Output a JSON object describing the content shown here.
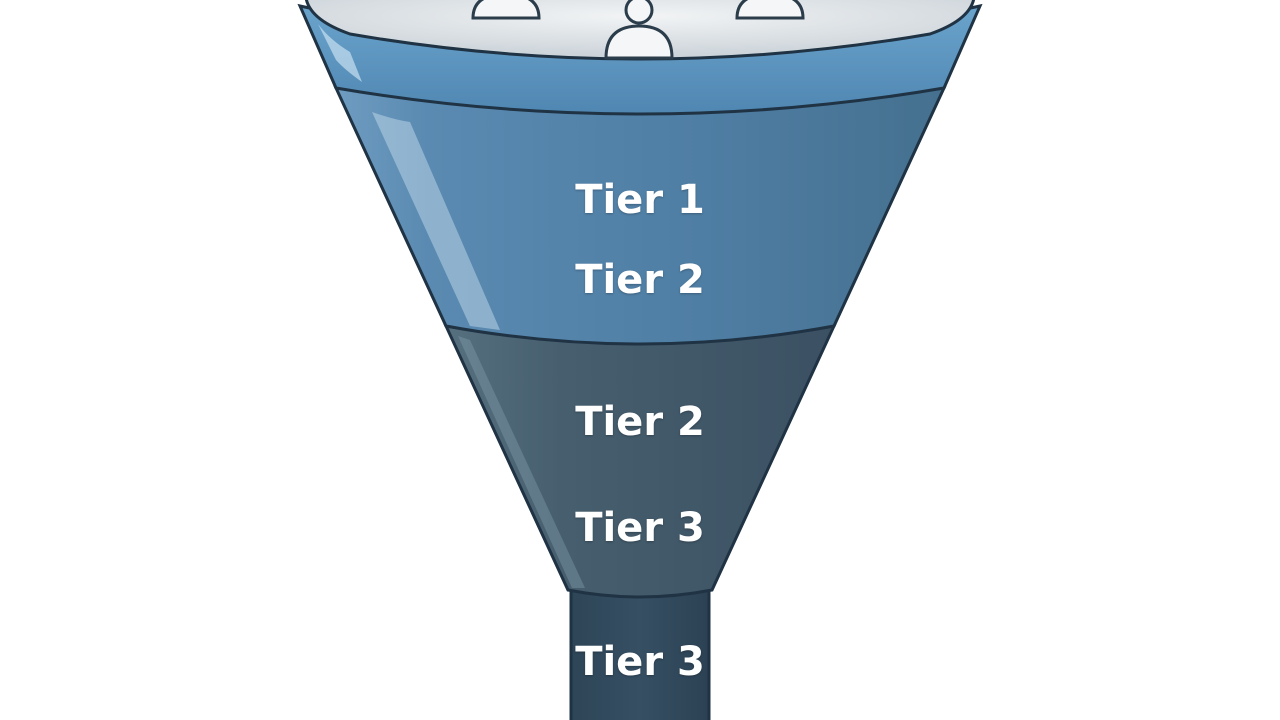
{
  "funnel": {
    "sections": [
      {
        "labels": [
          "Tier 1",
          "Tier 2"
        ]
      },
      {
        "labels": [
          "Tier 2",
          "Tier 3"
        ]
      },
      {
        "labels": [
          "Tier 3"
        ]
      }
    ],
    "colors": {
      "rim": "#5b93bd",
      "rim_inner": "#d5dbe0",
      "upper": "#4f7ea4",
      "middle": "#435a6b",
      "spout": "#334b5f",
      "outline": "#1f3344"
    },
    "icons": [
      "person-icon",
      "person-icon",
      "person-icon"
    ]
  }
}
